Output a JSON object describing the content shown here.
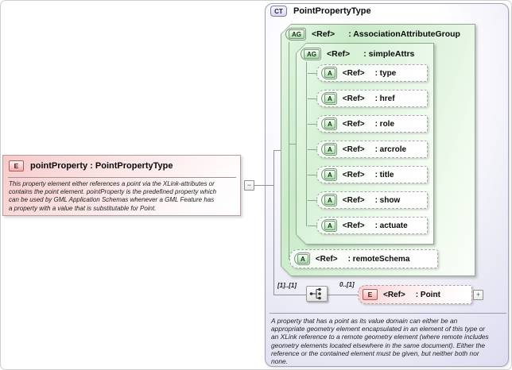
{
  "colors": {
    "elem": "#f2acac",
    "attr": "#a6dea6",
    "ct": "#d6d6f0",
    "line": "#9191a5",
    "line-green": "#8fa58f"
  },
  "element_box": {
    "badge": "E",
    "title": "pointProperty : PointPropertyType",
    "description_lines": [
      "This property element either references a point via the XLink-attributes or",
      "contains the point element. pointProperty is the predefined property which",
      "can be used by GML Application Schemas whenever a GML Feature has",
      "a property with a value that is substitutable for Point."
    ]
  },
  "collapse_button": {
    "glyph": "−"
  },
  "complex_type": {
    "badge": "CT",
    "title": "PointPropertyType",
    "association_attribute_group": {
      "badge": "AG",
      "ref": "<Ref>",
      "label": ": AssociationAttributeGroup"
    },
    "simple_attrs": {
      "badge": "AG",
      "ref": "<Ref>",
      "label": ": simpleAttrs",
      "attributes": [
        {
          "badge": "A",
          "ref": "<Ref>",
          "name": ": type"
        },
        {
          "badge": "A",
          "ref": "<Ref>",
          "name": ": href"
        },
        {
          "badge": "A",
          "ref": "<Ref>",
          "name": ": role"
        },
        {
          "badge": "A",
          "ref": "<Ref>",
          "name": ": arcrole"
        },
        {
          "badge": "A",
          "ref": "<Ref>",
          "name": ": title"
        },
        {
          "badge": "A",
          "ref": "<Ref>",
          "name": ": show"
        },
        {
          "badge": "A",
          "ref": "<Ref>",
          "name": ": actuate"
        }
      ]
    },
    "remote_schema": {
      "badge": "A",
      "ref": "<Ref>",
      "name": ": remoteSchema"
    },
    "sequence": {
      "cardinality_left": "[1]..[1]",
      "cardinality_right": "0..[1]"
    },
    "point_element": {
      "badge": "E",
      "ref": "<Ref>",
      "name": ": Point"
    },
    "expand_button": {
      "glyph": "+"
    },
    "description_lines": [
      "A property that has a point as its value domain can either be an",
      "appropriate geometry element encapsulated in an element of this type or",
      "an XLink reference to a remote geometry element (where remote includes",
      "geometry elements located elsewhere in the same document). Either the",
      "reference or the contained element must be given, but neither both nor",
      "none."
    ]
  }
}
